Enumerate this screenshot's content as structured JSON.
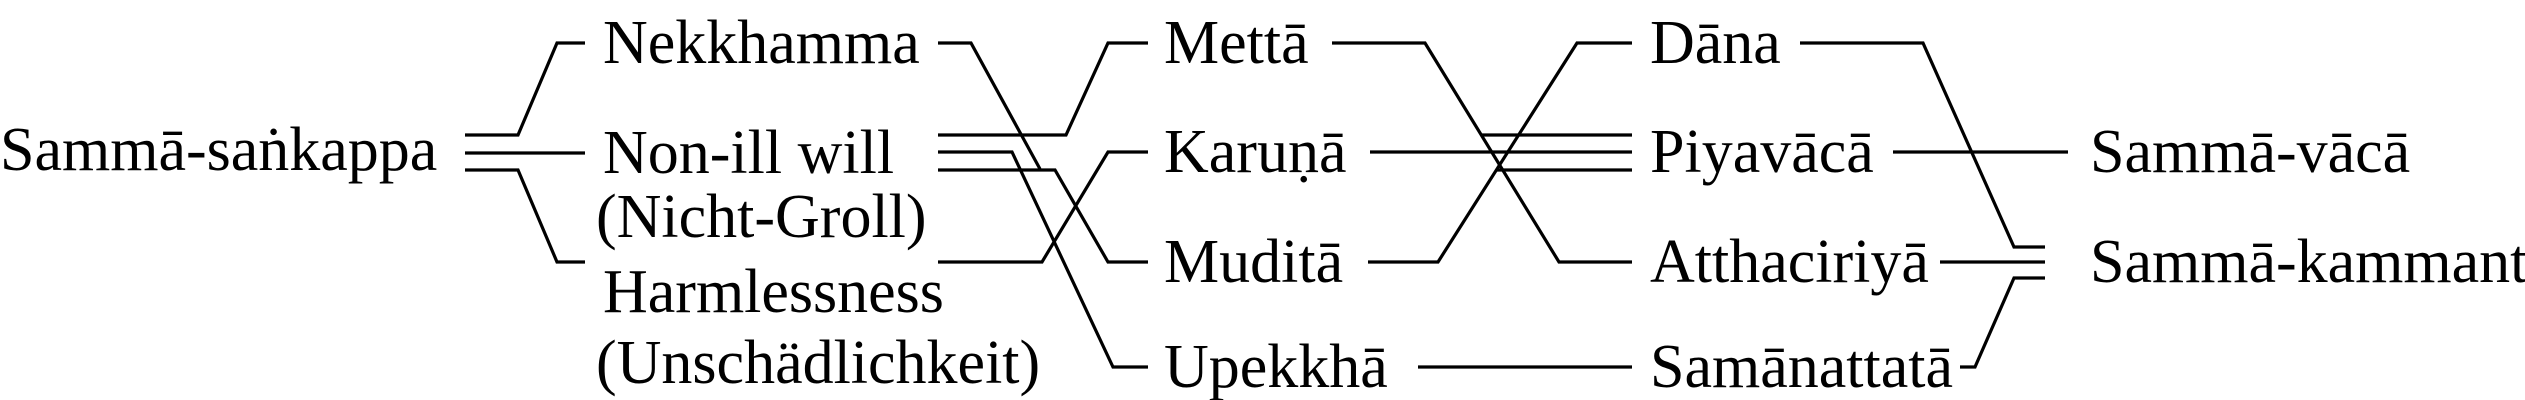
{
  "diagram": {
    "root": "Sammā-saṅkappa",
    "column1": {
      "nekkhamma": "Nekkhamma",
      "non_ill_will": "Non-ill will",
      "non_ill_will_german": "(Nicht-Groll)",
      "harmlessness": "Harmlessness",
      "harmlessness_german": "(Unschädlichkeit)"
    },
    "column2": {
      "metta": "Mettā",
      "karuna": "Karuṇā",
      "mudita": "Muditā",
      "upekkha": "Upekkhā"
    },
    "column3": {
      "dana": "Dāna",
      "piyavaca": "Piyavācā",
      "atthacariya": "Atthaciriyā",
      "samanattata": "Samānattatā"
    },
    "column4": {
      "samma_vaca": "Sammā-vācā",
      "samma_kammanta": "Sammā-kammanta"
    }
  }
}
